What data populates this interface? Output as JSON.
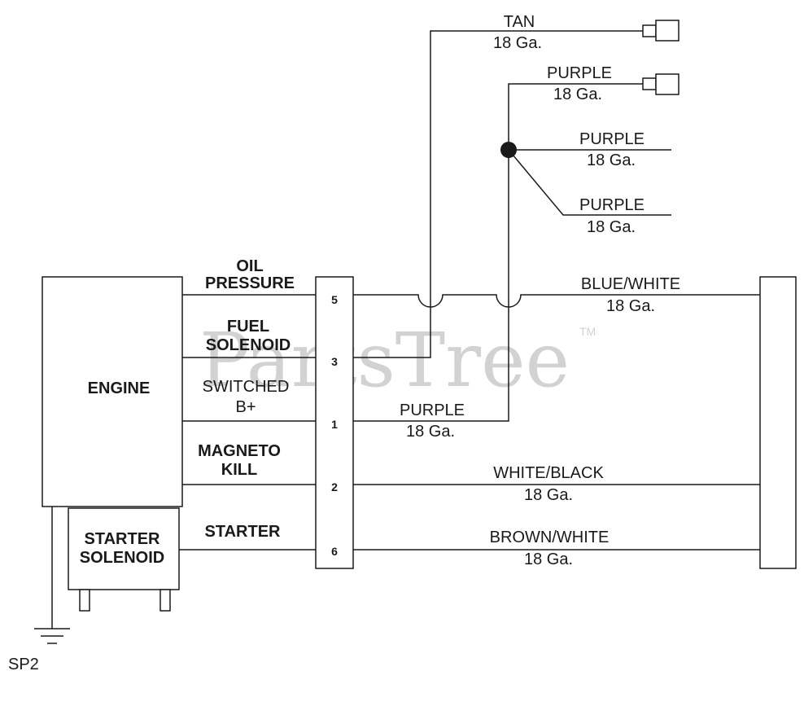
{
  "watermark": {
    "text": "PartsTree",
    "trademark": "TM"
  },
  "components": {
    "engine": "ENGINE",
    "starter_solenoid": [
      "STARTER",
      "SOLENOID"
    ],
    "ground_label": "SP2"
  },
  "harness_labels": {
    "oil_pressure": [
      "OIL",
      "PRESSURE"
    ],
    "fuel_solenoid": [
      "FUEL",
      "SOLENOID"
    ],
    "switched_b": [
      "SWITCHED",
      "B+"
    ],
    "magneto_kill": [
      "MAGNETO",
      "KILL"
    ],
    "starter": "STARTER"
  },
  "connector_pins": [
    "5",
    "3",
    "1",
    "2",
    "6"
  ],
  "wires": {
    "tan": {
      "color": "TAN",
      "gauge": "18 Ga."
    },
    "purple_top": {
      "color": "PURPLE",
      "gauge": "18 Ga."
    },
    "purple_mid": {
      "color": "PURPLE",
      "gauge": "18 Ga."
    },
    "purple_low": {
      "color": "PURPLE",
      "gauge": "18 Ga."
    },
    "blue_white": {
      "color": "BLUE/WHITE",
      "gauge": "18 Ga."
    },
    "purple_pin1": {
      "color": "PURPLE",
      "gauge": "18 Ga."
    },
    "white_black": {
      "color": "WHITE/BLACK",
      "gauge": "18 Ga."
    },
    "brown_white": {
      "color": "BROWN/WHITE",
      "gauge": "18 Ga."
    }
  }
}
